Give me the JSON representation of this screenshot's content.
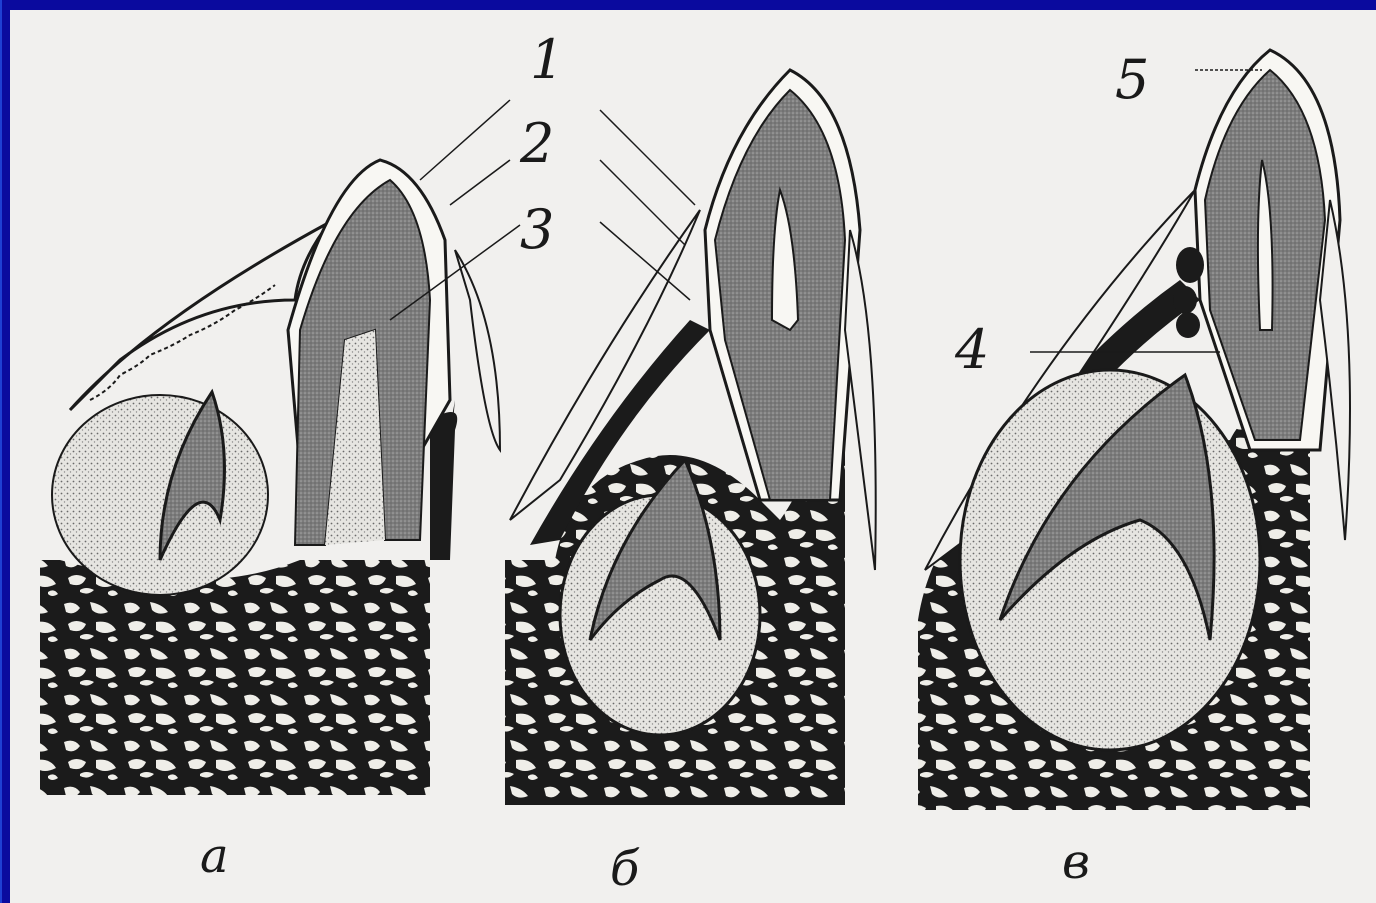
{
  "labels": {
    "n1": "1",
    "n2": "2",
    "n3": "3",
    "n4": "4",
    "n5": "5"
  },
  "captions": {
    "a": "а",
    "b": "б",
    "c": "в"
  },
  "colors": {
    "frame": "#0a0a9e",
    "paper": "#f1f0ee",
    "ink": "#1a1a1a",
    "dentin": "#8f8f8f",
    "pulp": "#e4e3df"
  }
}
